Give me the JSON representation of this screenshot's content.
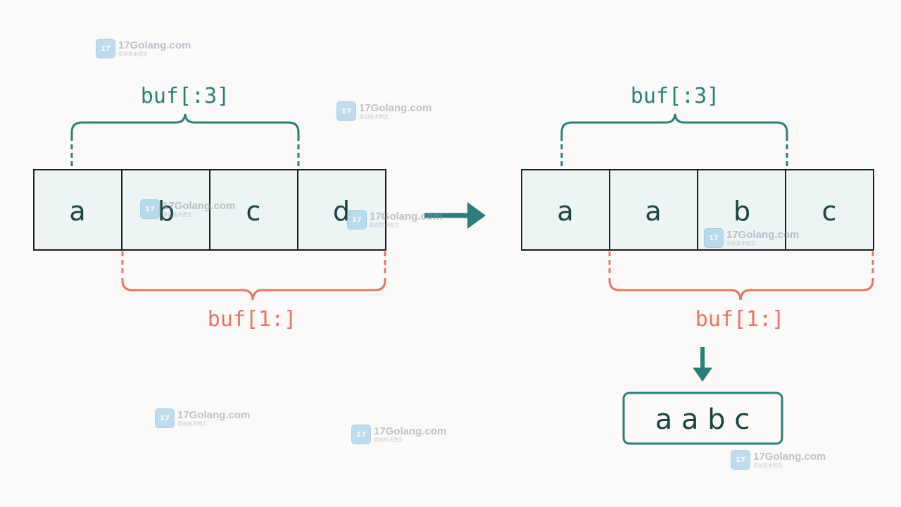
{
  "colors": {
    "background": "#fbfaf8",
    "cell_fill": "#edf4f4",
    "cell_border": "#1b1b1b",
    "teal": "#2a7f7a",
    "red": "#e87463",
    "text": "#174440"
  },
  "left": {
    "cells": [
      "a",
      "b",
      "c",
      "d"
    ],
    "top_label": "buf[:3]",
    "bottom_label": "buf[1:]"
  },
  "right": {
    "cells": [
      "a",
      "a",
      "b",
      "c"
    ],
    "top_label": "buf[:3]",
    "bottom_label": "buf[1:]"
  },
  "result": "a a b c",
  "arrows": {
    "between": "right-arrow-icon",
    "down": "down-arrow-icon"
  },
  "watermark": {
    "text": "17Golang.com",
    "subtext": "原创技术图文",
    "logo": "17"
  }
}
